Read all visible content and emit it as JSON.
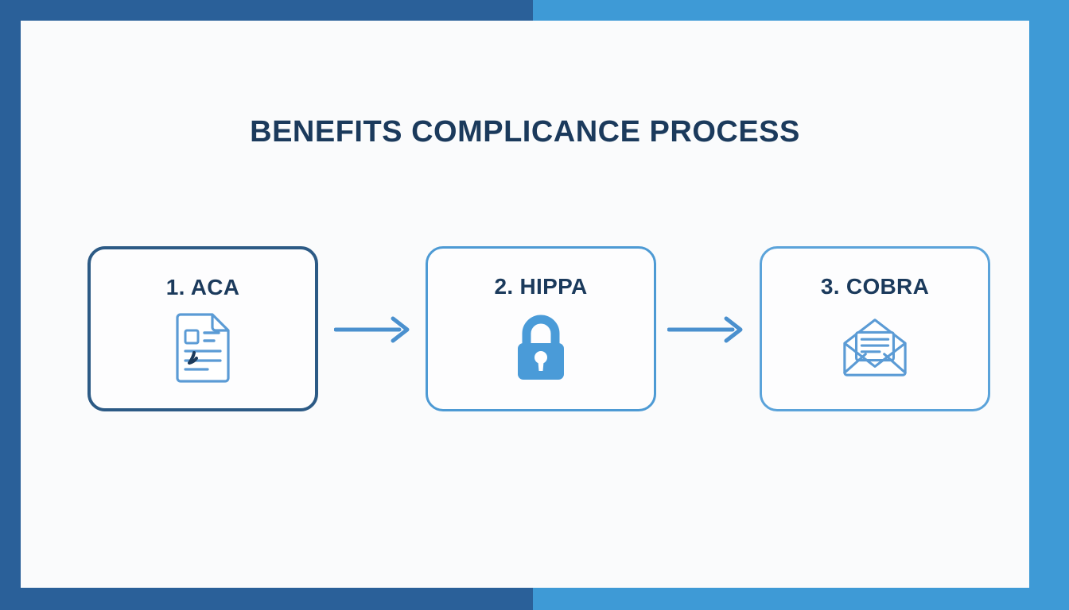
{
  "slide": {
    "title": "BENEFITS COMPLICANCE PROCESS",
    "frame": {
      "dark_blue": "#2A6099",
      "light_blue": "#3E9AD6"
    },
    "canvas_background": "#FAFBFC",
    "title_color": "#1B3A5C"
  },
  "flow": {
    "steps": [
      {
        "label": "1. ACA",
        "icon": "document-checklist-icon",
        "border_color": "#2C5A85",
        "icon_color": "#5B9BD5"
      },
      {
        "label": "2. HIPPA",
        "icon": "padlock-icon",
        "border_color": "#4D9AD4",
        "icon_color": "#4A9BD8"
      },
      {
        "label": "3. COBRA",
        "icon": "open-envelope-icon",
        "border_color": "#5BA3DA",
        "icon_color": "#5B9BD5"
      }
    ],
    "connectors": [
      {
        "icon": "arrow-right-icon",
        "color": "#4A90CE"
      },
      {
        "icon": "arrow-right-icon",
        "color": "#4A90CE"
      }
    ]
  }
}
